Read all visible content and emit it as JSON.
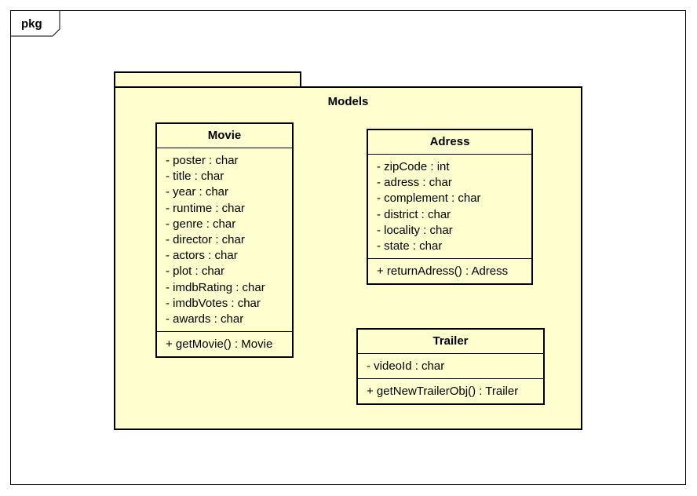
{
  "frame": {
    "label": "pkg"
  },
  "package": {
    "name": "Models"
  },
  "classes": {
    "movie": {
      "name": "Movie",
      "attributes": [
        "- poster : char",
        "- title : char",
        "- year : char",
        "- runtime : char",
        "- genre : char",
        "- director : char",
        "- actors : char",
        "- plot : char",
        "- imdbRating : char",
        "- imdbVotes : char",
        "- awards : char"
      ],
      "operations": [
        "+ getMovie() : Movie"
      ]
    },
    "adress": {
      "name": "Adress",
      "attributes": [
        "- zipCode : int",
        "- adress : char",
        "- complement : char",
        "- district : char",
        "- locality : char",
        "- state : char"
      ],
      "operations": [
        "+ returnAdress() : Adress"
      ]
    },
    "trailer": {
      "name": "Trailer",
      "attributes": [
        "- videoId : char"
      ],
      "operations": [
        "+ getNewTrailerObj() : Trailer"
      ]
    }
  }
}
